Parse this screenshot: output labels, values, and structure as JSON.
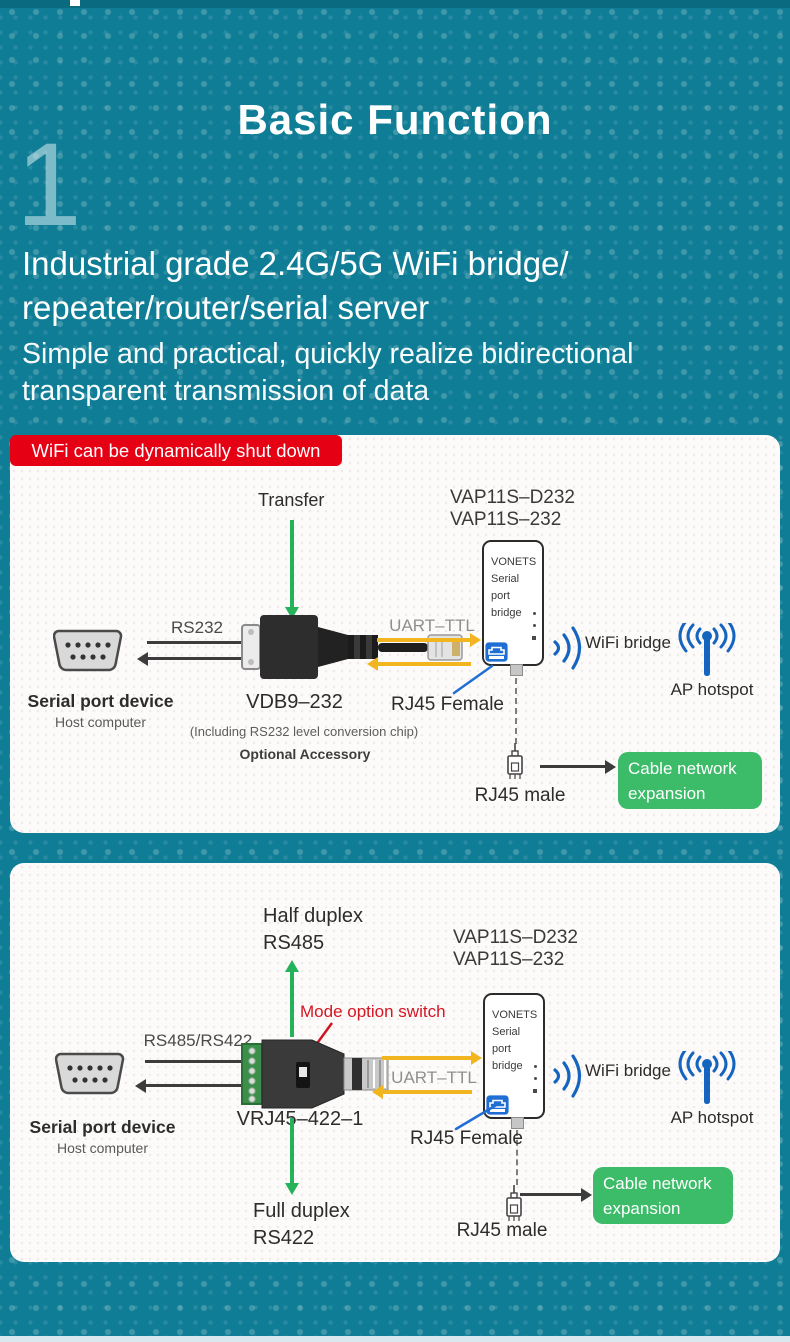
{
  "header": {
    "title": "Basic Function",
    "step_number": "1",
    "heading_line1": "Industrial grade 2.4G/5G WiFi bridge/",
    "heading_line2": "repeater/router/serial server",
    "subtitle_line1": "Simple and practical, quickly realize bidirectional",
    "subtitle_line2": "transparent transmission of data"
  },
  "colors": {
    "teal_background": "#0f7d95",
    "banner_red": "#e60014",
    "arrow_green": "#25b25b",
    "arrow_yellow": "#f1b51f",
    "wifi_blue": "#1565c0",
    "rj45_port_blue": "#1f6ed4",
    "expansion_green": "#3cbb69"
  },
  "panel1": {
    "banner": "WiFi can be dynamically shut down",
    "model_line1": "VAP11S–D232",
    "model_line2": "VAP11S–232",
    "transfer_label": "Transfer",
    "rs_label": "RS232",
    "device_label": "Serial port device",
    "device_sublabel": "Host computer",
    "adapter_label": "VDB9–232",
    "adapter_note1": "(Including RS232 level conversion chip)",
    "adapter_note2": "Optional Accessory",
    "uart_label": "UART–TTL",
    "device_box": {
      "brand": "VONETS",
      "line1": "Serial",
      "line2": "port",
      "line3": "bridge"
    },
    "rj45_female_label": "RJ45 Female",
    "wifi_bridge_label": "WiFi bridge",
    "ap_hotspot_label": "AP hotspot",
    "rj45_male_label": "RJ45 male",
    "expansion_line1": "Cable network",
    "expansion_line2": "expansion"
  },
  "panel2": {
    "half_duplex_line1": "Half duplex",
    "half_duplex_line2": "RS485",
    "full_duplex_line1": "Full duplex",
    "full_duplex_line2": "RS422",
    "model_line1": "VAP11S–D232",
    "model_line2": "VAP11S–232",
    "mode_switch_label": "Mode option switch",
    "rs_label": "RS485/RS422",
    "device_label": "Serial port device",
    "device_sublabel": "Host computer",
    "adapter_label": "VRJ45–422–1",
    "uart_label": "UART–TTL",
    "device_box": {
      "brand": "VONETS",
      "line1": "Serial",
      "line2": "port",
      "line3": "bridge"
    },
    "rj45_female_label": "RJ45 Female",
    "wifi_bridge_label": "WiFi bridge",
    "ap_hotspot_label": "AP hotspot",
    "rj45_male_label": "RJ45 male",
    "expansion_line1": "Cable network",
    "expansion_line2": "expansion"
  }
}
